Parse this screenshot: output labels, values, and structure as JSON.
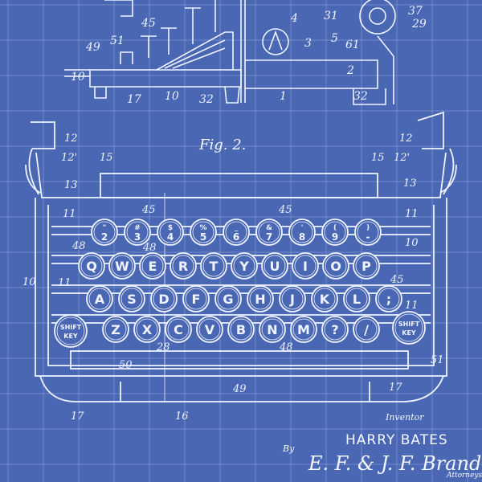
{
  "figure_label": "Fig. 2.",
  "inventor_label": "Inventor",
  "inventor_name": "HARRY BATES",
  "by_label": "By",
  "attorneys_signature": "E. F. & J. F. Brandenburg",
  "attorneys_label": "Attorneys",
  "colors": {
    "background": "#4a67b4",
    "grid": "#8fa4d8",
    "ink": "#eef3ff"
  },
  "top_numbers": {
    "n45": "45",
    "n49": "49",
    "n51": "51",
    "n4": "4",
    "n3": "3",
    "n31": "31",
    "n37": "37",
    "n29": "29",
    "n5": "5",
    "n61": "61",
    "n2": "2",
    "n10a": "10",
    "n17a": "17",
    "n10b": "10",
    "n32a": "32",
    "n1": "1",
    "n32b": "32"
  },
  "side_numbers": {
    "n12l": "12",
    "n12pl": "12'",
    "n13l": "13",
    "n15l": "15",
    "n12r": "12",
    "n12pr": "12'",
    "n13r": "13",
    "n15r": "15",
    "n11l": "11",
    "n48l": "48",
    "n10l": "10",
    "n11l2": "11",
    "n11r": "11",
    "n10r": "10",
    "n45r": "45",
    "n11r2": "11",
    "n45top": "45",
    "n45top2": "45",
    "n48mid": "48",
    "n28": "28",
    "n48b": "48",
    "n50": "50",
    "n51b": "51",
    "n49b": "49",
    "n17bl": "17",
    "n16": "16",
    "n17br": "17"
  },
  "keyboard": {
    "row1": [
      {
        "top": "\"",
        "bottom": "2"
      },
      {
        "top": "#",
        "bottom": "3"
      },
      {
        "top": "$",
        "bottom": "4"
      },
      {
        "top": "%",
        "bottom": "5"
      },
      {
        "top": "_",
        "bottom": "6"
      },
      {
        "top": "&",
        "bottom": "7"
      },
      {
        "top": "'",
        "bottom": "8"
      },
      {
        "top": "(",
        "bottom": "9"
      },
      {
        "top": ")",
        "bottom": "-"
      }
    ],
    "row2": [
      "Q",
      "W",
      "E",
      "R",
      "T",
      "Y",
      "U",
      "I",
      "O",
      "P"
    ],
    "row3": [
      "A",
      "S",
      "D",
      "F",
      "G",
      "H",
      "J",
      "K",
      "L",
      ";"
    ],
    "row4": [
      "Z",
      "X",
      "C",
      "V",
      "B",
      "N",
      "M",
      "?",
      "/"
    ],
    "shift_left": [
      "SHIFT",
      "KEY"
    ],
    "shift_right": [
      "SHIFT",
      "KEY"
    ]
  }
}
